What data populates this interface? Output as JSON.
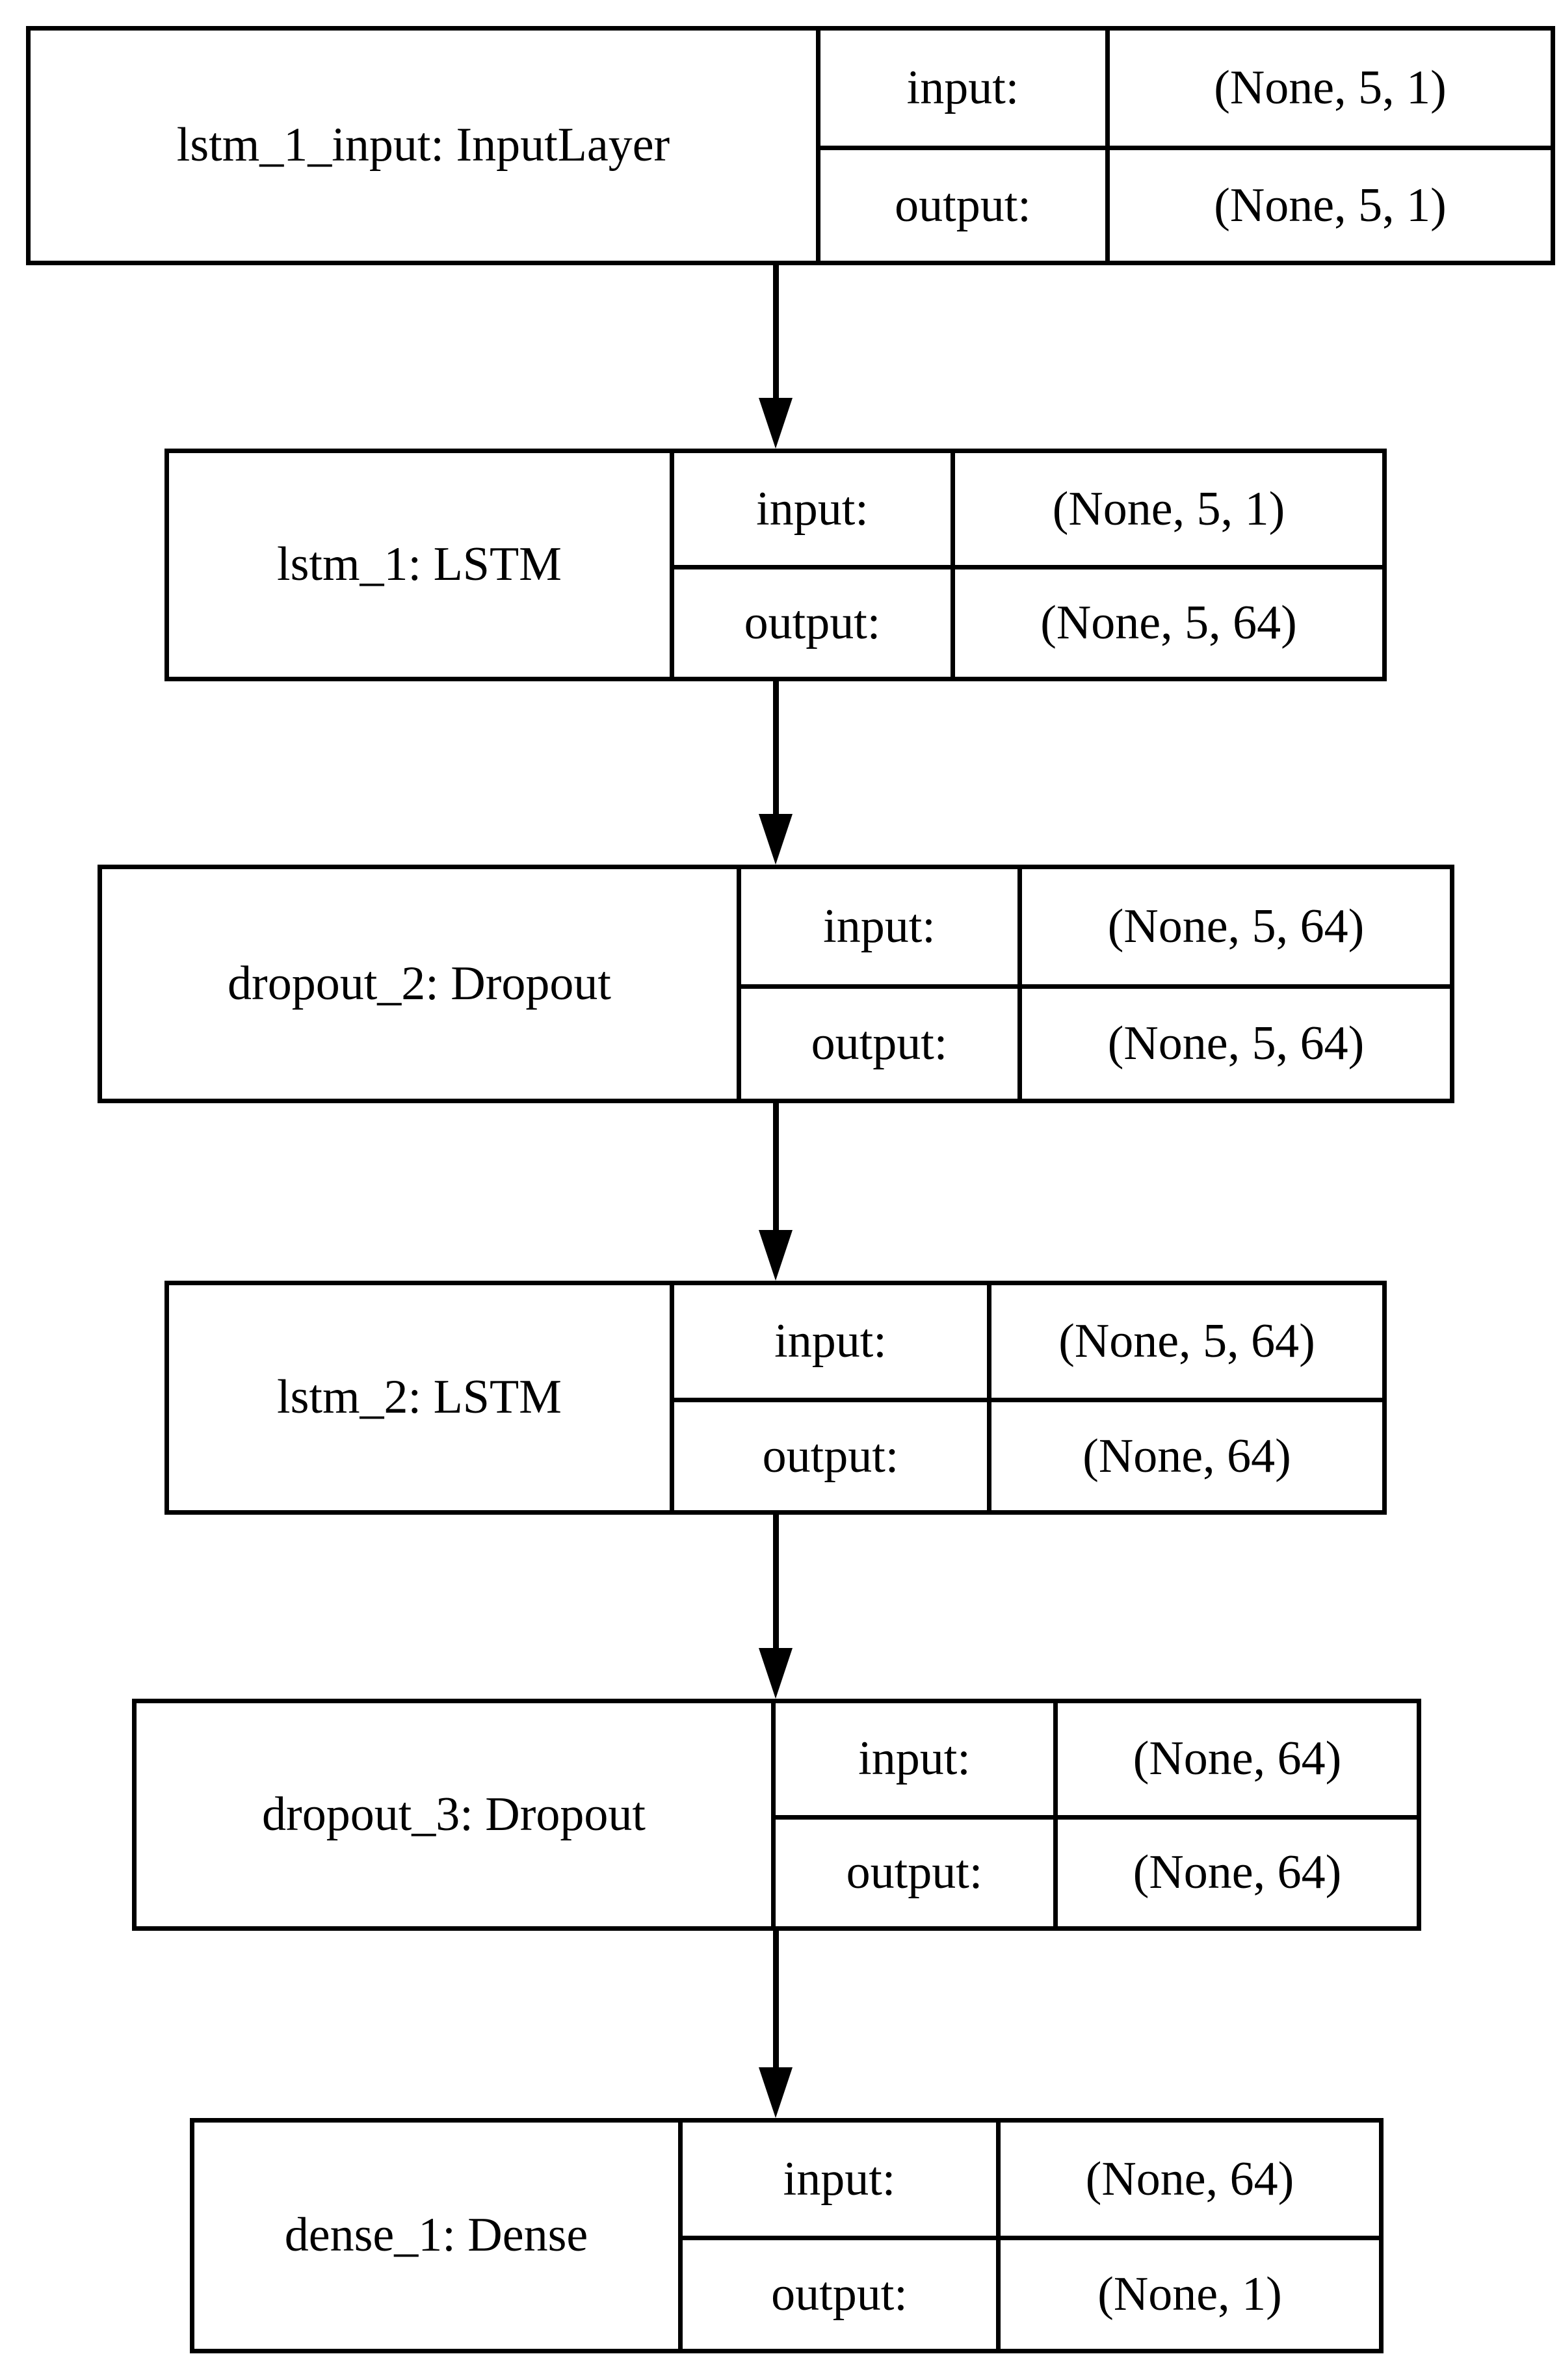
{
  "diagram": {
    "kind": "keras-model-plot",
    "title": "",
    "background_color": "#ffffff",
    "line_color": "#000000",
    "text_color": "#000000",
    "shape_row_labels": {
      "input": "input:",
      "output": "output:"
    },
    "nodes": [
      {
        "id": "lstm_1_input",
        "label": "lstm_1_input: InputLayer",
        "layer_name": "lstm_1_input",
        "layer_type": "InputLayer",
        "input_label": "input:",
        "input_shape": "(None, 5, 1)",
        "output_label": "output:",
        "output_shape": "(None, 5, 1)"
      },
      {
        "id": "lstm_1",
        "label": "lstm_1: LSTM",
        "layer_name": "lstm_1",
        "layer_type": "LSTM",
        "input_label": "input:",
        "input_shape": "(None, 5, 1)",
        "output_label": "output:",
        "output_shape": "(None, 5, 64)"
      },
      {
        "id": "dropout_2",
        "label": "dropout_2: Dropout",
        "layer_name": "dropout_2",
        "layer_type": "Dropout",
        "input_label": "input:",
        "input_shape": "(None, 5, 64)",
        "output_label": "output:",
        "output_shape": "(None, 5, 64)"
      },
      {
        "id": "lstm_2",
        "label": "lstm_2: LSTM",
        "layer_name": "lstm_2",
        "layer_type": "LSTM",
        "input_label": "input:",
        "input_shape": "(None, 5, 64)",
        "output_label": "output:",
        "output_shape": "(None, 64)"
      },
      {
        "id": "dropout_3",
        "label": "dropout_3: Dropout",
        "layer_name": "dropout_3",
        "layer_type": "Dropout",
        "input_label": "input:",
        "input_shape": "(None, 64)",
        "output_label": "output:",
        "output_shape": "(None, 64)"
      },
      {
        "id": "dense_1",
        "label": "dense_1: Dense",
        "layer_name": "dense_1",
        "layer_type": "Dense",
        "input_label": "input:",
        "input_shape": "(None, 64)",
        "output_label": "output:",
        "output_shape": "(None, 1)"
      }
    ],
    "edges": [
      {
        "from": "lstm_1_input",
        "to": "lstm_1"
      },
      {
        "from": "lstm_1",
        "to": "dropout_2"
      },
      {
        "from": "dropout_2",
        "to": "lstm_2"
      },
      {
        "from": "lstm_2",
        "to": "dropout_3"
      },
      {
        "from": "dropout_3",
        "to": "dense_1"
      }
    ]
  }
}
